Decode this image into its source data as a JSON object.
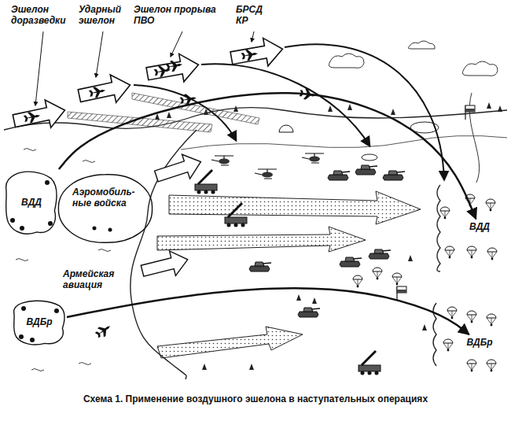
{
  "diagram": {
    "caption": "Схема 1. Применение воздушного эшелона в наступательных операциях",
    "nodes": [
      {
        "text": [
          "Эшелон доразведки"
        ]
      },
      {
        "text": [
          "Ударный эшелон"
        ]
      },
      {
        "text": [
          "Эшелон прорыва ПВО"
        ]
      },
      {
        "text": [
          "БРСД КР"
        ]
      },
      {
        "text": [
          "ВДД"
        ]
      },
      {
        "text": [
          "Аэромобиль- ные войска"
        ]
      },
      {
        "text": [
          "Армейская авиация"
        ]
      },
      {
        "text": [
          "ВДБр"
        ]
      },
      {
        "text": [
          "ВДД"
        ]
      },
      {
        "text": [
          "ВДБр"
        ]
      }
    ],
    "edges": [
      {
        "from": 4,
        "to": 8,
        "arrow": "to"
      },
      {
        "from": 7,
        "to": 9,
        "arrow": "to"
      }
    ]
  }
}
